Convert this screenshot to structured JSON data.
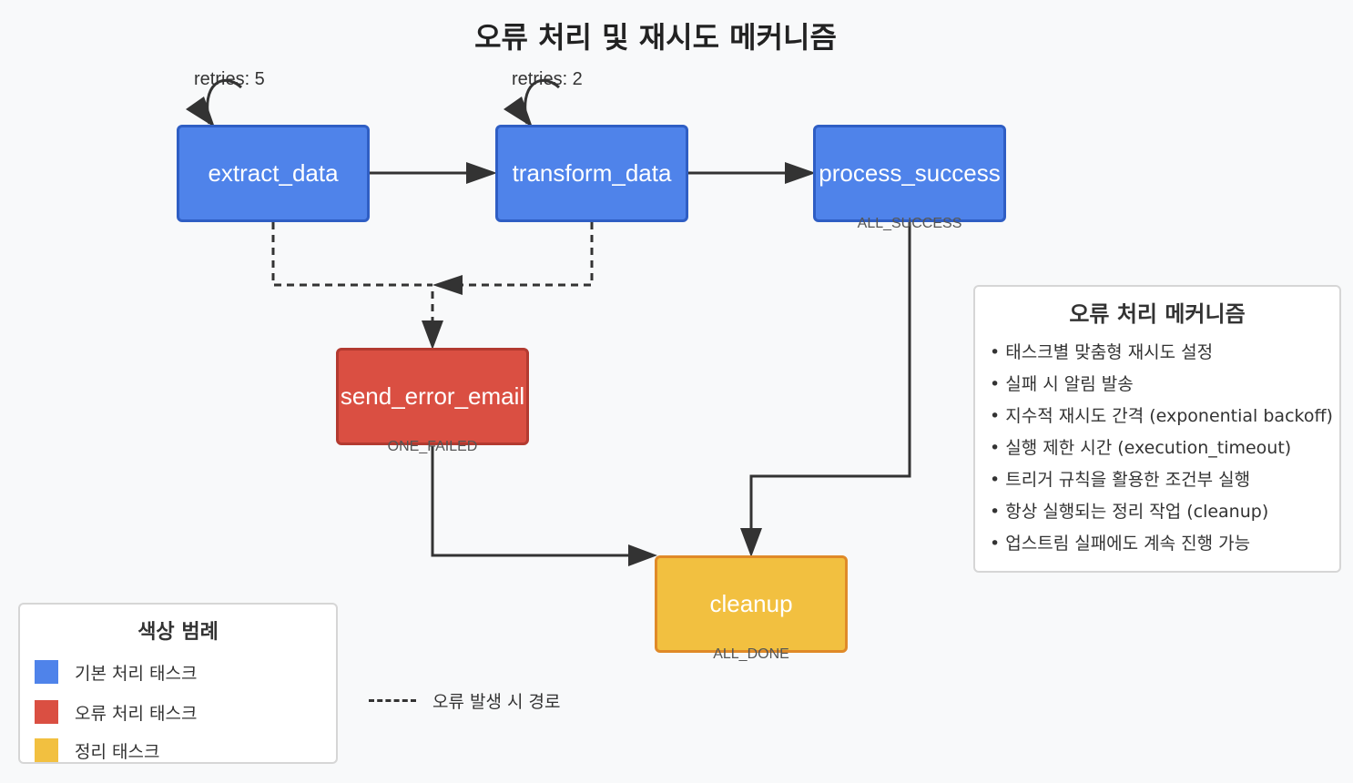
{
  "title": "오류 처리 및 재시도 메커니즘",
  "nodes": {
    "extract_data": {
      "label": "extract_data",
      "retries": "retries: 5"
    },
    "transform_data": {
      "label": "transform_data",
      "retries": "retries: 2"
    },
    "process_success": {
      "label": "process_success",
      "trigger_rule": "ALL_SUCCESS"
    },
    "send_error_email": {
      "label": "send_error_email",
      "trigger_rule": "ONE_FAILED"
    },
    "cleanup": {
      "label": "cleanup",
      "trigger_rule": "ALL_DONE"
    }
  },
  "mechanisms": {
    "title": "오류 처리 메커니즘",
    "items": [
      "태스크별 맞춤형 재시도 설정",
      "실패 시 알림 발송",
      "지수적 재시도 간격 (exponential backoff)",
      "실행 제한 시간 (execution_timeout)",
      "트리거 규칙을 활용한 조건부 실행",
      "항상 실행되는 정리 작업 (cleanup)",
      "업스트림 실패에도 계속 진행 가능"
    ]
  },
  "legend": {
    "title": "색상 범례",
    "items": [
      {
        "label": "기본 처리 태스크",
        "color": "#4f83ea"
      },
      {
        "label": "오류 처리 태스크",
        "color": "#da4f42"
      },
      {
        "label": "정리 태스크",
        "color": "#f2c040"
      }
    ],
    "dashed_label": "오류 발생 시 경로"
  },
  "colors": {
    "basic": "#4f83ea",
    "error": "#da4f42",
    "cleanup": "#f2c040",
    "edge": "#333333"
  }
}
